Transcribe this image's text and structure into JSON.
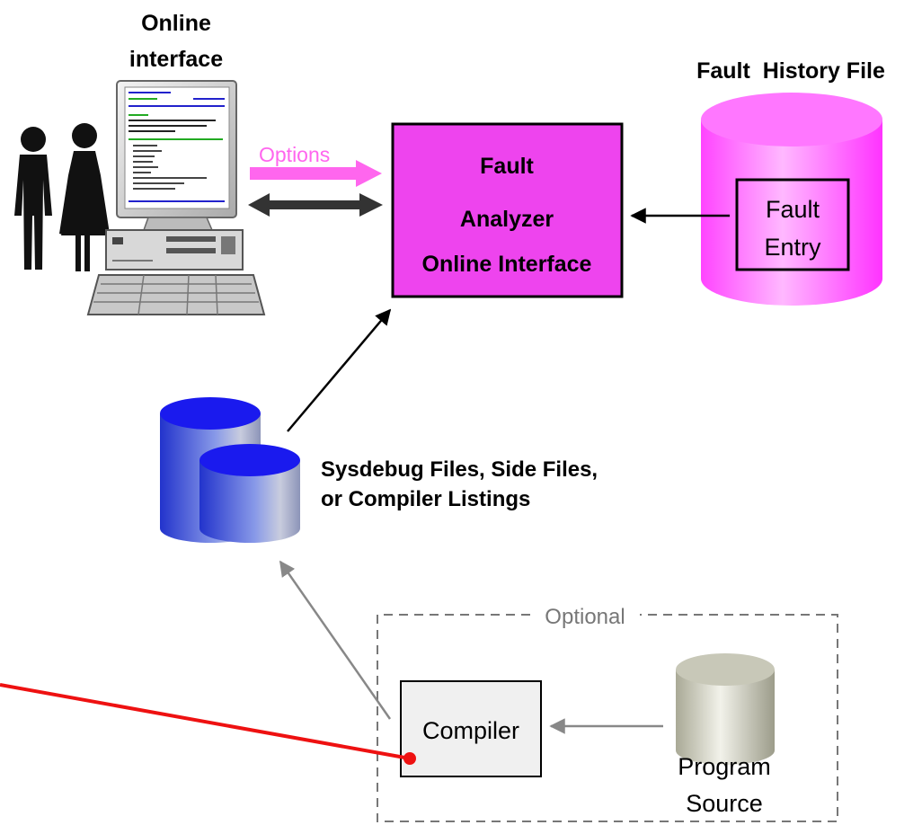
{
  "labels": {
    "online_interface_line1": "Online",
    "online_interface_line2": "interface",
    "options": "Options",
    "fault_history_file": "Fault  History File",
    "fault_entry_line1": "Fault",
    "fault_entry_line2": "Entry",
    "analyzer_line1": "Fault",
    "analyzer_line2": "Analyzer",
    "analyzer_line3": "Online Interface",
    "sysdebug_line1": "Sysdebug Files, Side Files,",
    "sysdebug_line2": "or Compiler Listings",
    "optional": "Optional",
    "compiler": "Compiler",
    "program_source_line1": "Program",
    "program_source_line2": "Source"
  },
  "colors": {
    "analyzer_fill": "#ee44ee",
    "history_cylinder": "#ff66ff",
    "options_arrow": "#ff66ee",
    "sysdebug_cylinder_top": "#1a1aee",
    "sysdebug_cylinder_body": "#3a50d8",
    "program_source_cylinder": "#c8c8b8",
    "red_line": "#ee1111",
    "terminal_green": "#22aa22",
    "terminal_blue": "#2222cc"
  },
  "icons": {
    "people": "people-icon",
    "computer": "computer-terminal-icon"
  }
}
